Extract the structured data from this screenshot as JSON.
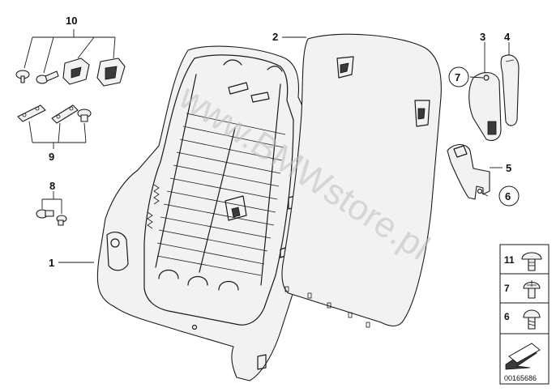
{
  "callouts": {
    "c1": "1",
    "c2": "2",
    "c3": "3",
    "c4": "4",
    "c5": "5",
    "c6": "6",
    "c7": "7",
    "c8": "8",
    "c9": "9",
    "c10": "10"
  },
  "legend": {
    "items": [
      {
        "number": "11",
        "icon": "push-rivet-icon"
      },
      {
        "number": "7",
        "icon": "rivet-round-head-icon"
      },
      {
        "number": "6",
        "icon": "screw-round-head-icon"
      }
    ],
    "arrow_icon": "arrow-marker-icon"
  },
  "watermark": "www.BMWstore.pl",
  "diagram_code": "00165686"
}
